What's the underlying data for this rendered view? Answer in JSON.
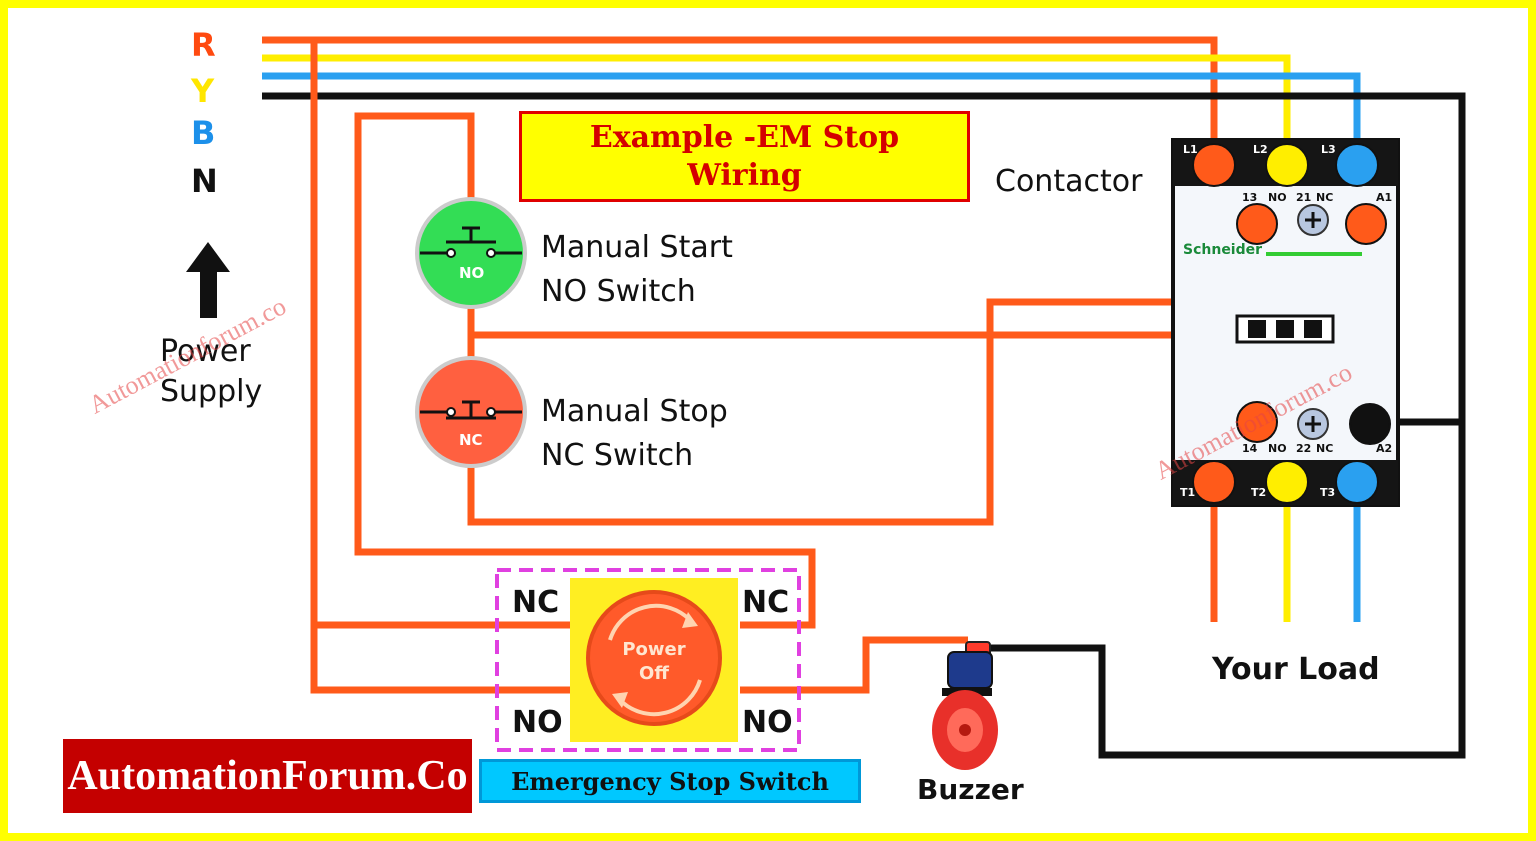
{
  "phases": {
    "r": "R",
    "y": "Y",
    "b": "B",
    "n": "N"
  },
  "power_supply": "Power\nSupply",
  "title": "Example -EM Stop\nWiring",
  "contactor_label": "Contactor",
  "contactor": {
    "brand": "Schneider",
    "terminals_top": [
      "L1",
      "L2",
      "L3"
    ],
    "aux_top": [
      "13",
      "NO",
      "21",
      "NC",
      "A1"
    ],
    "aux_bottom": [
      "14",
      "NO",
      "22",
      "NC",
      "A2"
    ],
    "terminals_bottom": [
      "T1",
      "T2",
      "T3"
    ]
  },
  "start_switch": {
    "label_line1": "Manual Start",
    "label_line2": "NO Switch",
    "badge": "NO"
  },
  "stop_switch": {
    "label_line1": "Manual Stop",
    "label_line2": "NC Switch",
    "badge": "NC"
  },
  "estop": {
    "nc_left": "NC",
    "nc_right": "NC",
    "no_left": "NO",
    "no_right": "NO",
    "button_text": "Power\nOff",
    "caption": "Emergency Stop Switch"
  },
  "buzzer_label": "Buzzer",
  "load_label": "Your Load",
  "brand_box": "AutomationForum.Co",
  "watermark": "Automationforum.co",
  "colors": {
    "red": "#ff5a1a",
    "yellow": "#ffee00",
    "blue": "#2aa0f0",
    "black": "#111111",
    "frame": "#ffff00"
  }
}
